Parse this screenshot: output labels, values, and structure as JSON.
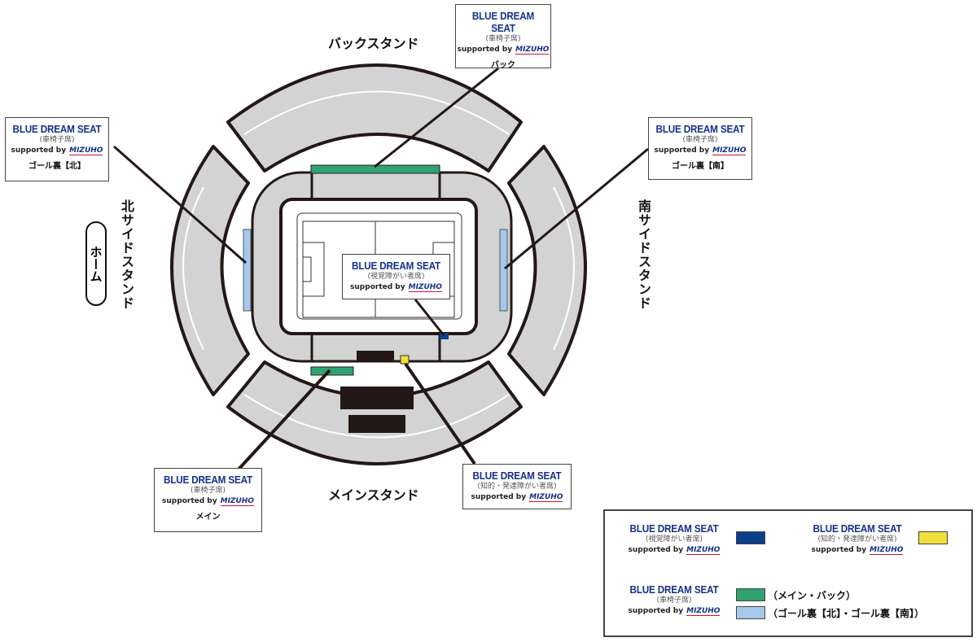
{
  "stands": {
    "back": "バックスタンド",
    "main": "メインスタンド",
    "north": "北サイドスタンド",
    "south": "南サイドスタンド",
    "home": "ホーム"
  },
  "seat_name": "BLUE DREAM SEAT",
  "supported_by": "supported by",
  "sponsor": "MIZUHO",
  "callouts": [
    {
      "type": "(車椅子席)",
      "location": "バック"
    },
    {
      "type": "(車椅子席)",
      "location": "ゴール裏【北】"
    },
    {
      "type": "(車椅子席)",
      "location": "ゴール裏【南】"
    },
    {
      "type": "(視覚障がい者席)",
      "location": ""
    },
    {
      "type": "(車椅子席)",
      "location": "メイン"
    },
    {
      "type": "(知的・発達障がい者席)",
      "location": ""
    }
  ],
  "legend": {
    "visual": {
      "type": "(視覚障がい者席)",
      "color": "#0b3f8c"
    },
    "intellectual": {
      "type": "(知的・発達障がい者席)",
      "color": "#f0df3a"
    },
    "wheelchair": {
      "type": "(車椅子席)",
      "main_back_label": "（メイン・バック）",
      "main_back_color": "#2fa370",
      "goal_label": "（ゴール裏【北】・ゴール裏【南】）",
      "goal_color": "#a5c8ec"
    }
  }
}
